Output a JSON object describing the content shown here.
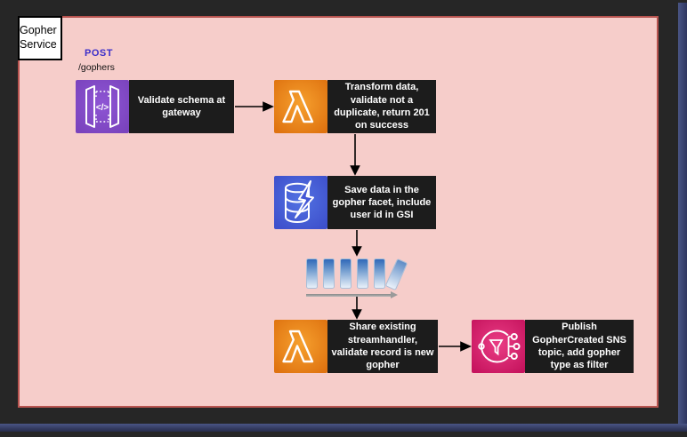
{
  "diagram": {
    "title": "Gopher Service",
    "endpoint": {
      "method": "POST",
      "path": "/gophers"
    },
    "nodes": [
      {
        "icon": "api-gateway-icon",
        "label": "Validate schema at gateway"
      },
      {
        "icon": "lambda-icon",
        "label": "Transform data, validate not a duplicate, return 201 on success"
      },
      {
        "icon": "dynamodb-icon",
        "label": "Save data in the gopher facet, include user id in GSI"
      },
      {
        "icon": "dynamodb-stream-icon",
        "label": ""
      },
      {
        "icon": "lambda-icon",
        "label": "Share existing streamhandler, validate record is new gopher"
      },
      {
        "icon": "sns-icon",
        "label": "Publish GopherCreated SNS topic, add gopher type as filter"
      }
    ],
    "icon_glyph_text": {
      "api_gateway_code": "</>"
    },
    "colors": {
      "canvas_bg": "#262626",
      "container_fill": "#F6CDCA",
      "container_border": "#B85450",
      "node_label_bg": "#1C1C1C",
      "api_gateway": "#8249C8",
      "lambda": "#E8821E",
      "dynamodb": "#4862D9",
      "sns": "#DD2472",
      "stream_bar": "#2F68B8",
      "post_method": "#3B2EC9",
      "scrollbar": "#3A4570"
    }
  }
}
